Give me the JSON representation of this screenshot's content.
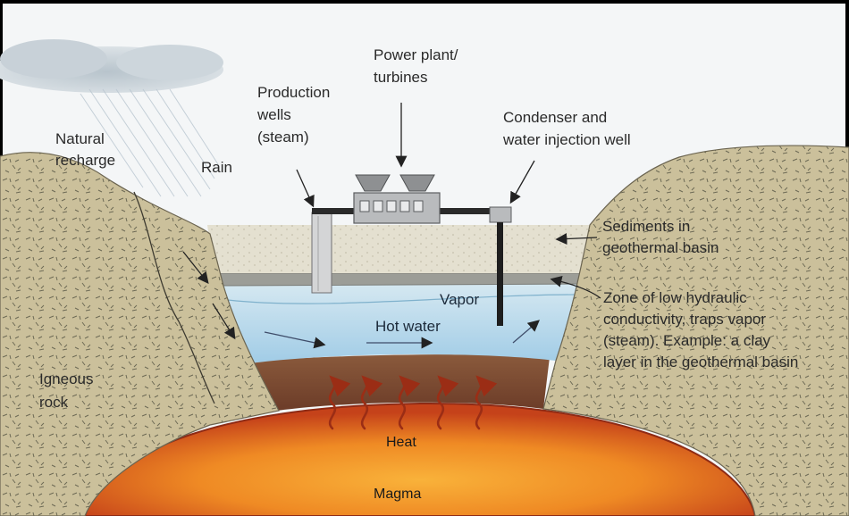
{
  "diagram": {
    "labels": {
      "natural_recharge": [
        "Natural",
        "recharge"
      ],
      "rain": "Rain",
      "production_wells": [
        "Production",
        "wells",
        "(steam)"
      ],
      "power_plant": [
        "Power plant/",
        "turbines"
      ],
      "condenser": [
        "Condenser and",
        "water injection well"
      ],
      "sediments": [
        "Sediments in",
        "geothermal basin"
      ],
      "zone": [
        "Zone of low hydraulic",
        "conductivity, traps vapor",
        "(steam).  Example: a clay",
        "layer in the geothermal basin"
      ],
      "vapor": "Vapor",
      "hot_water": "Hot water",
      "igneous_rock": [
        "Igneous",
        "rock"
      ],
      "heat": "Heat",
      "magma": "Magma"
    },
    "colors": {
      "sky": "#f4f6f7",
      "rock": "#cbc09b",
      "sediment": "#e4e0d0",
      "clay": "#9a9c96",
      "vapor": "#cfe4ef",
      "hot_water": "#a9d3ea",
      "heated_soil": "#7b4a30",
      "magma_core": "#f6a12a",
      "magma_edge": "#c9401b",
      "heat_arrow": "#a0331a",
      "label": "#2a2a2a"
    }
  }
}
